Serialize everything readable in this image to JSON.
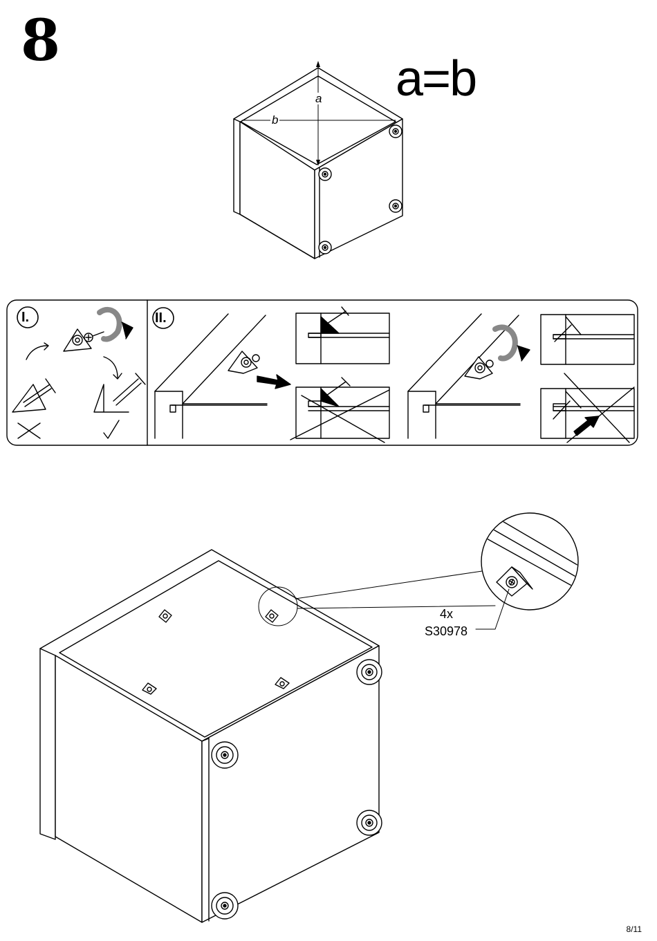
{
  "step": {
    "number": "8"
  },
  "check": {
    "equation": "a=b",
    "label_a": "a",
    "label_b": "b"
  },
  "instructions": {
    "panel_1_label": "I.",
    "panel_2_label": "II."
  },
  "part": {
    "quantity": "4x",
    "code": "S30978"
  },
  "page": {
    "number": "8/11"
  }
}
